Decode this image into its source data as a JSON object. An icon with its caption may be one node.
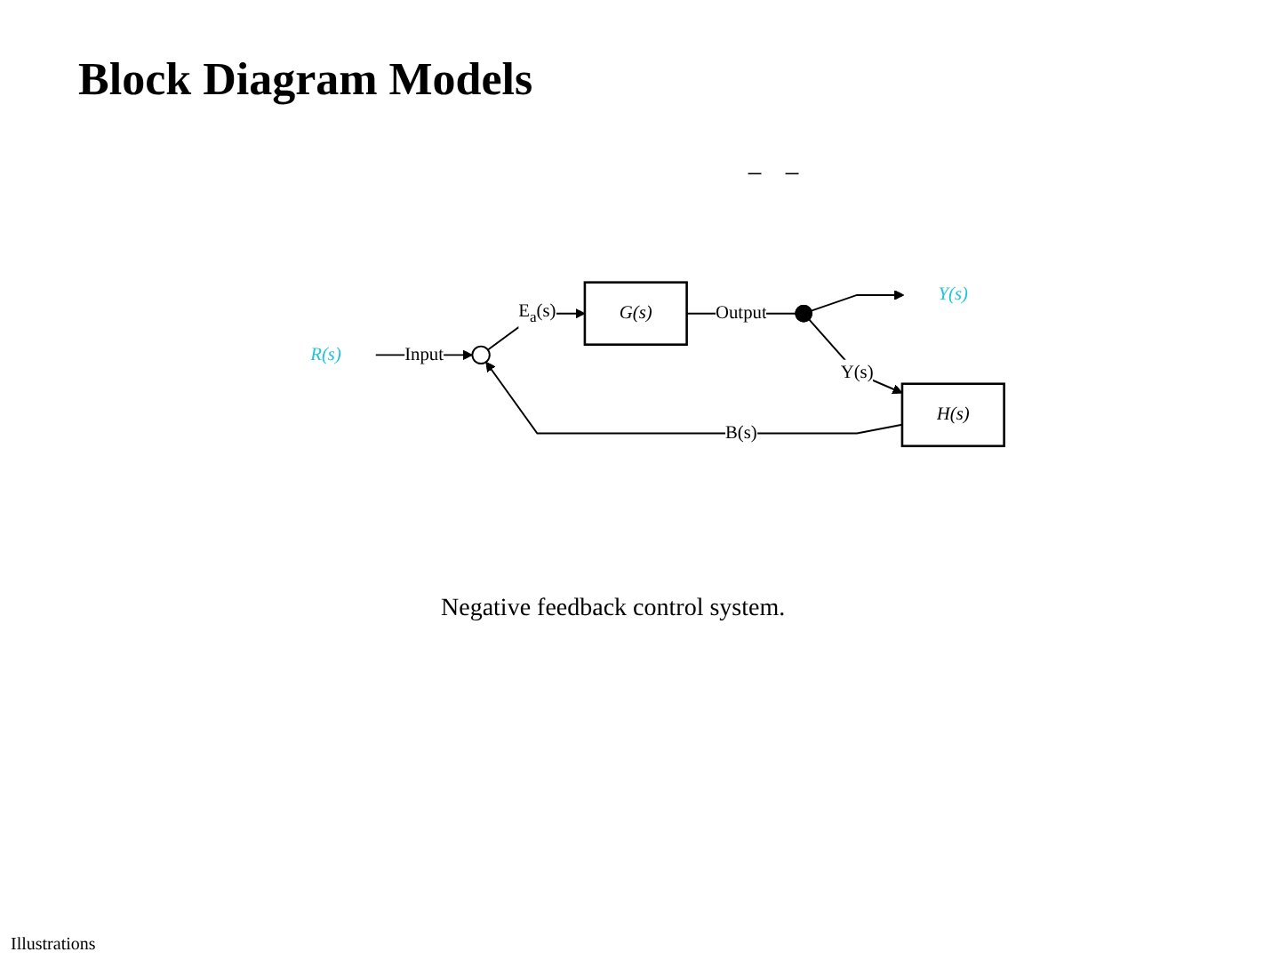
{
  "diagram": {
    "title": "Block Diagram Models",
    "caption": "Negative feedback control system.",
    "nodes": [
      {
        "text": [
          "R(s)"
        ]
      },
      {
        "text": [],
        "shape": "circle"
      },
      {
        "text": [
          "G(s)"
        ]
      },
      {
        "text": [],
        "shape": "circle"
      },
      {
        "text": [
          "Y(s)"
        ]
      },
      {
        "text": [
          "H(s)"
        ]
      }
    ],
    "edges": [
      {
        "from": 0,
        "to": 1,
        "arrow": "to",
        "label": "Input"
      },
      {
        "from": 1,
        "to": 2,
        "arrow": "to",
        "label": "E$_{a}$(s)"
      },
      {
        "from": 2,
        "to": 3,
        "arrow": "none",
        "label": "Output"
      },
      {
        "from": 3,
        "to": 4,
        "arrow": "to"
      },
      {
        "from": 3,
        "to": 5,
        "arrow": "to",
        "label": "Y(s)"
      },
      {
        "from": 5,
        "to": 1,
        "arrow": "to",
        "label": "B(s)"
      }
    ],
    "labels": [
      "−",
      "−",
      "Illustrations"
    ]
  }
}
